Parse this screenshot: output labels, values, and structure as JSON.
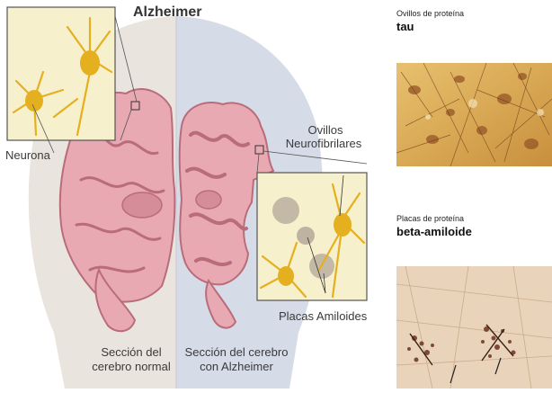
{
  "diagram": {
    "title": "Alzheimer",
    "labels": {
      "neuron": "Neurona",
      "tangles_line1": "Ovillos",
      "tangles_line2": "Neurofibrilares",
      "plaques": "Placas Amiloides",
      "normal_line1": "Sección del",
      "normal_line2": "cerebro normal",
      "alz_line1": "Sección del cerebro",
      "alz_line2": "con Alzheimer"
    }
  },
  "right_panel": {
    "tau_caption": "Ovillos de proteína",
    "tau_title": "tau",
    "amyloid_caption": "Placas de proteína",
    "amyloid_title": "beta-amiloide"
  },
  "colors": {
    "head_left": "#e8e3dc",
    "head_right": "#d7dce8",
    "brain_fill": "#e8a9b2",
    "brain_dark": "#b96c7a",
    "neuron_gold": "#e5b020",
    "inset_bg": "#f7f0cc"
  }
}
